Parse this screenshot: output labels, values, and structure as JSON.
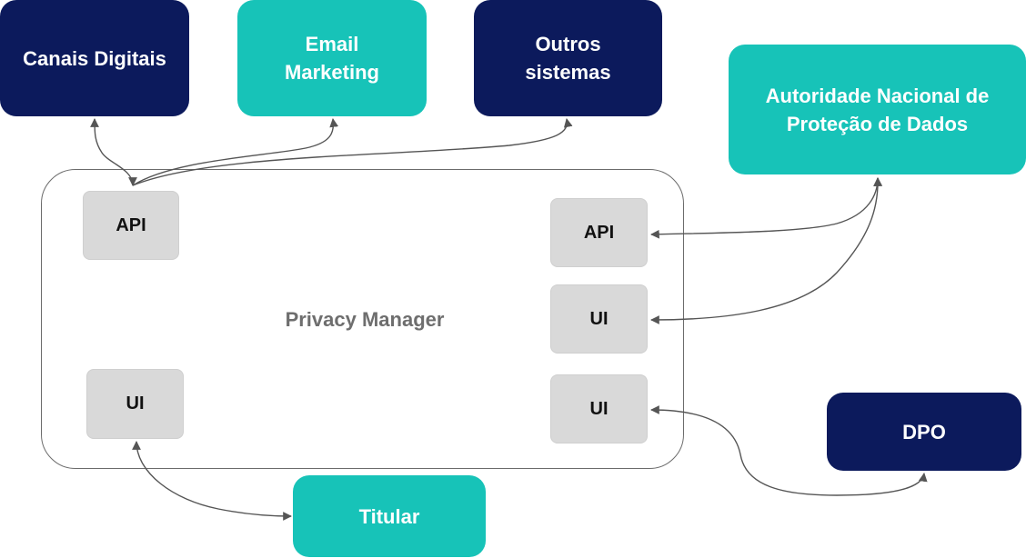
{
  "diagram": {
    "external": {
      "canais_digitais": "Canais Digitais",
      "email_marketing": "Email\nMarketing",
      "outros_sistemas": "Outros\nsistemas",
      "anpd": "Autoridade Nacional de\nProteção de Dados",
      "dpo": "DPO",
      "titular": "Titular"
    },
    "privacy_manager": {
      "label": "Privacy Manager",
      "api_left": "API",
      "ui_left": "UI",
      "api_right": "API",
      "ui_right_anpd": "UI",
      "ui_right_dpo": "UI"
    },
    "colors": {
      "navy": "#0c1a5c",
      "teal": "#17c3b8",
      "component_gray": "#d9d9d9",
      "container_border": "#6b6b6b",
      "arrow": "#555555"
    }
  }
}
